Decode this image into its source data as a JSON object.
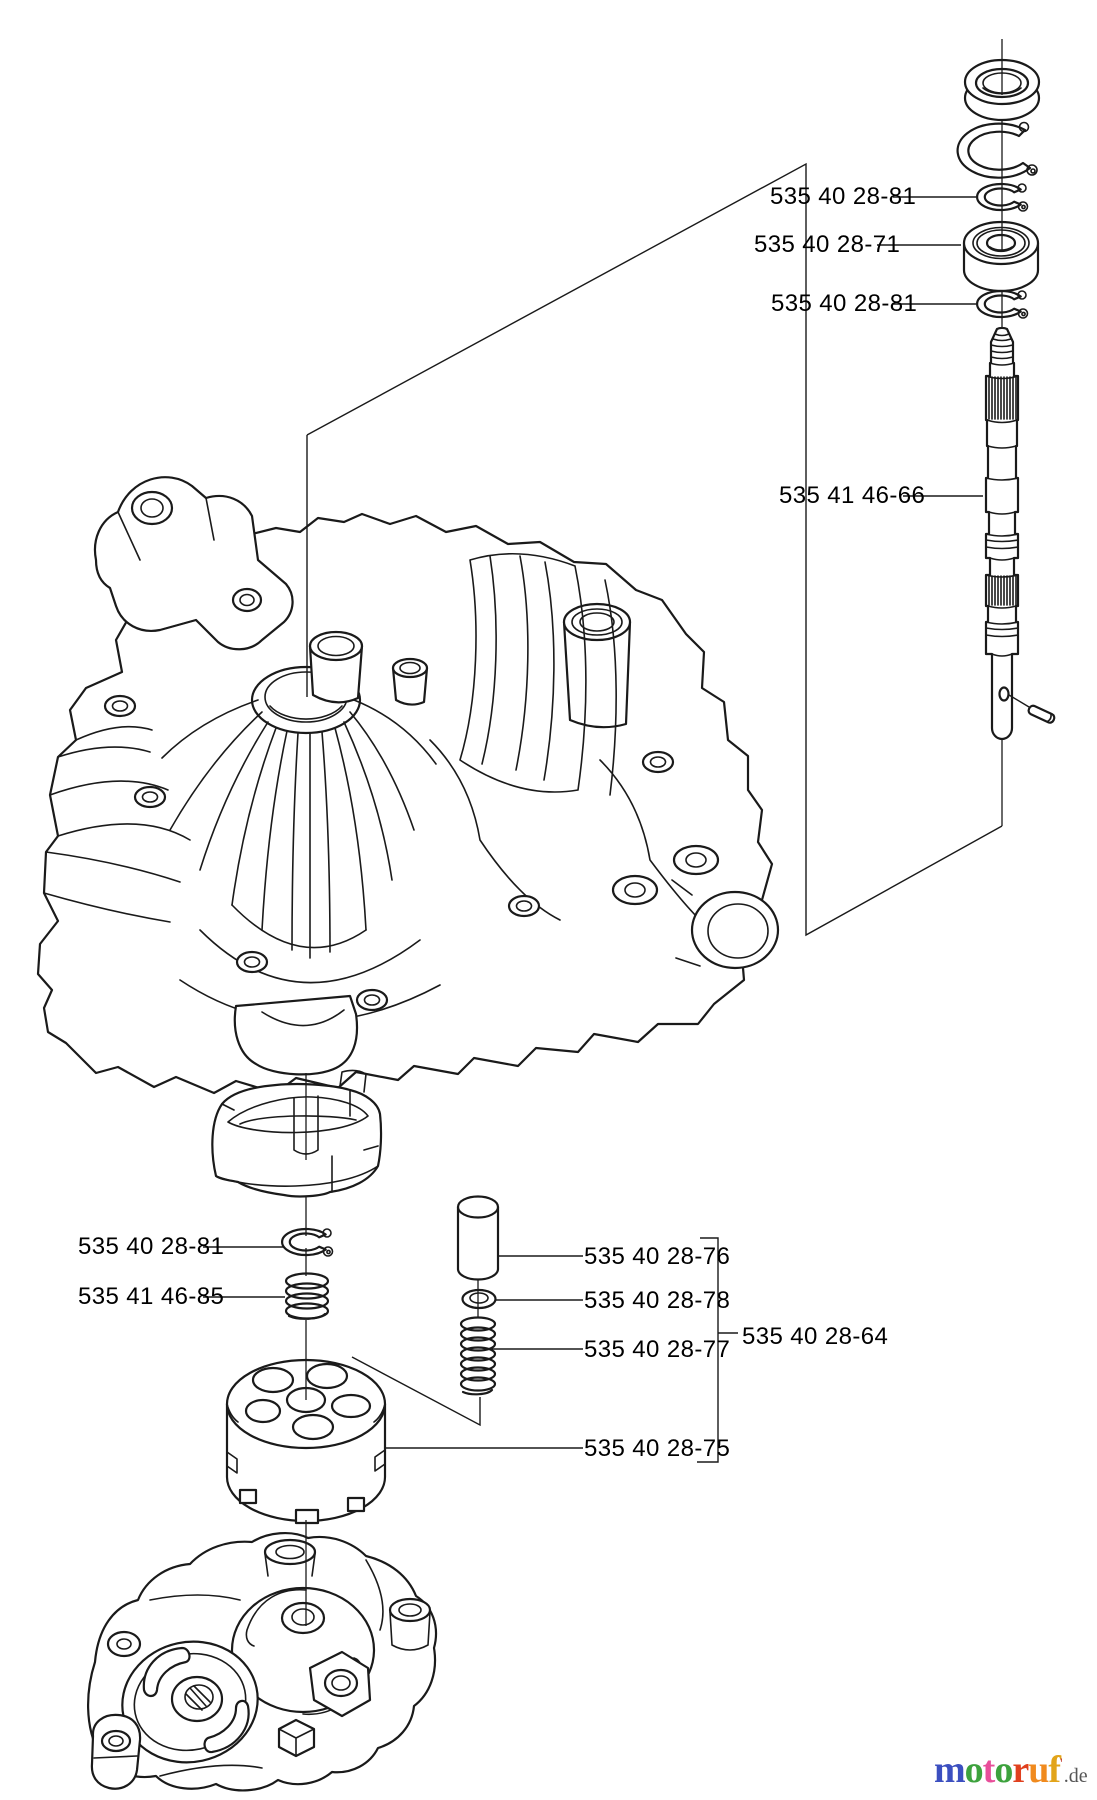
{
  "colors": {
    "line": "#1a1a1a",
    "background": "#ffffff"
  },
  "diagram": {
    "callouts": [
      {
        "part_number": "535 40 28-81"
      },
      {
        "part_number": "535 40 28-71"
      },
      {
        "part_number": "535 40 28-81"
      },
      {
        "part_number": "535 41 46-66"
      },
      {
        "part_number": "535 40 28-81"
      },
      {
        "part_number": "535 41 46-85"
      },
      {
        "part_number": "535 40 28-76"
      },
      {
        "part_number": "535 40 28-78"
      },
      {
        "part_number": "535 40 28-77"
      },
      {
        "part_number": "535 40 28-64"
      },
      {
        "part_number": "535 40 28-75"
      }
    ]
  },
  "watermark": {
    "letters": [
      {
        "char": "m",
        "color": "#3b4fc0"
      },
      {
        "char": "o",
        "color": "#3da23d"
      },
      {
        "char": "t",
        "color": "#e84e9a"
      },
      {
        "char": "o",
        "color": "#3da23d"
      },
      {
        "char": "r",
        "color": "#e0401e"
      },
      {
        "char": "u",
        "color": "#f08a1e"
      },
      {
        "char": "f",
        "color": "#e2a41a"
      }
    ],
    "tick": {
      "char": "'",
      "color": "#c0392b"
    },
    "suffix": {
      "text": ".de",
      "color": "#555555"
    }
  }
}
